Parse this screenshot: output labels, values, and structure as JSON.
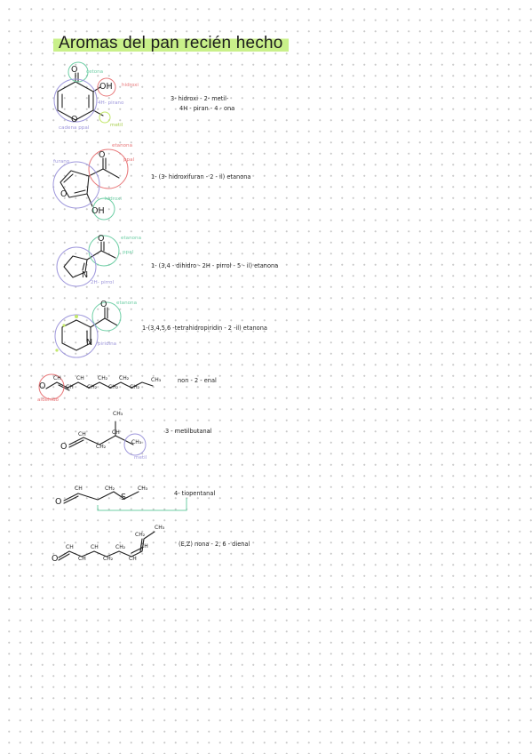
{
  "title": "Aromas del pan recién hecho",
  "colors": {
    "highlight": "#c9f08a",
    "red": "#e8787a",
    "teal": "#6fcfa6",
    "purple": "#9f98dc",
    "lime": "#c3e86c"
  },
  "molecules": [
    {
      "name_lines": [
        "3- hidroxi - 2- metil-",
        "4H - piran - 4 - ona"
      ],
      "labels": [
        "cetona",
        "hidroxi",
        "4H- pirano",
        "metil",
        "cadena ppal"
      ],
      "atoms": [
        "O",
        "OH",
        "O"
      ]
    },
    {
      "name": "1- (3- hidroxifuran - 2 - il) etanona",
      "labels": [
        "etanona",
        "ppal",
        "furano",
        "hidroxi"
      ],
      "atoms": [
        "O",
        "O",
        "OH"
      ]
    },
    {
      "name": "1- (3,4 - dihidro - 2H - pirrol - 5 - il) etanona",
      "labels": [
        "etanona",
        "ppal",
        "2H- pirrol"
      ],
      "atoms": [
        "O",
        "N"
      ]
    },
    {
      "name": "1-(3,4,5,6 -tetrahidropiridin - 2 -il) etanona",
      "labels": [
        "etanona",
        "piridina"
      ],
      "atoms": [
        "O",
        "N"
      ]
    },
    {
      "name": "non - 2 - enal",
      "labels": [
        "aldehído"
      ],
      "atoms": [
        "O",
        "CH",
        "CH",
        "CH",
        "CH₂",
        "CH₂",
        "CH₂",
        "CH₂",
        "CH₂",
        "CH₃"
      ]
    },
    {
      "name": "3 - metilbutanal",
      "labels": [
        "metil"
      ],
      "atoms": [
        "O",
        "CH",
        "CH₂",
        "CH",
        "CH₃",
        "CH₃"
      ]
    },
    {
      "name": "4- tiopentanal",
      "labels": [],
      "atoms": [
        "O",
        "CH",
        "CH₂",
        "S",
        "CH₃"
      ]
    },
    {
      "name": "(E,Z) nona - 2, 6 - dienal",
      "labels": [],
      "atoms": [
        "O",
        "CH",
        "CH",
        "CH",
        "CH₂",
        "CH₂",
        "CH",
        "CH",
        "CH₂",
        "CH₃"
      ]
    }
  ]
}
